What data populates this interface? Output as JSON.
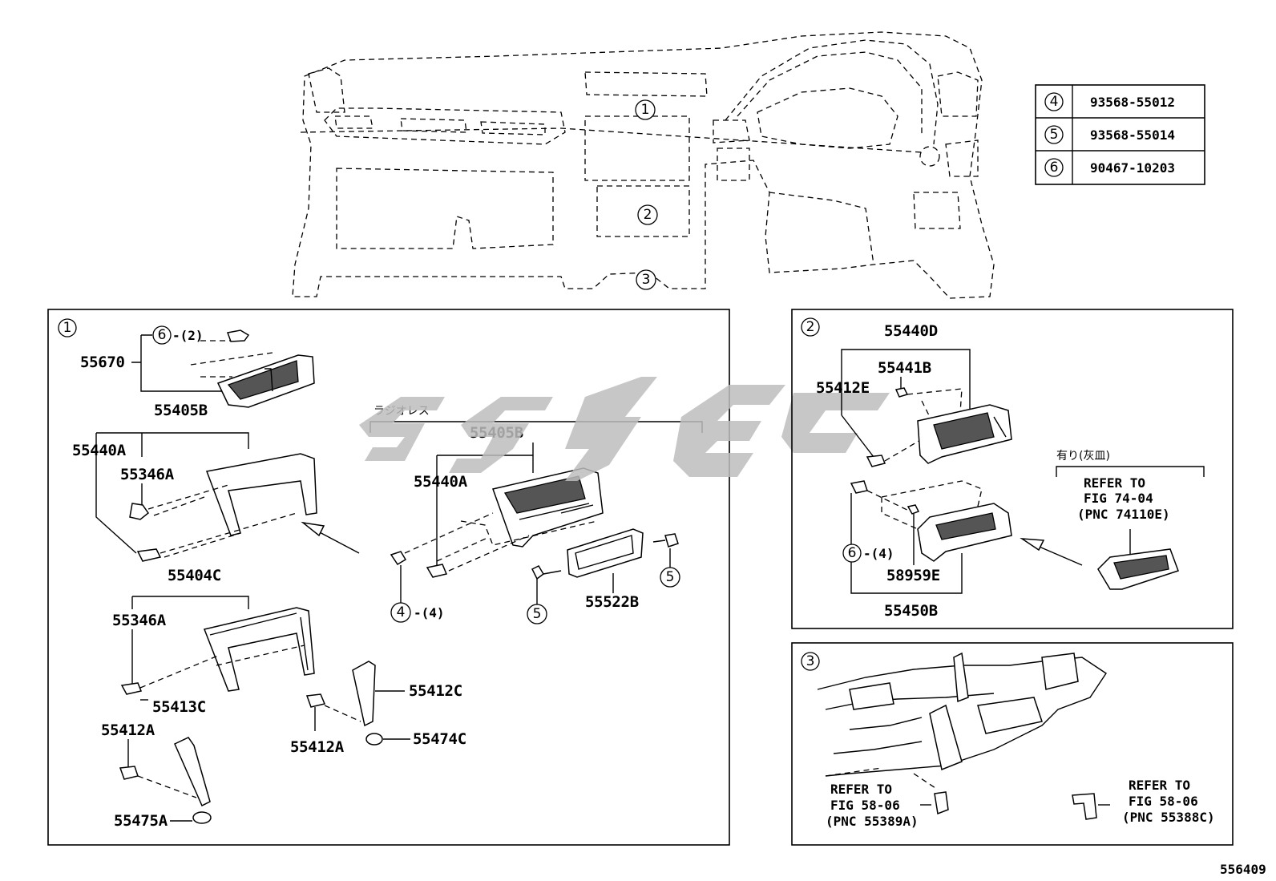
{
  "diagram": {
    "overview_callouts": [
      "1",
      "2",
      "3"
    ],
    "fastener_table": [
      {
        "ref": "4",
        "part": "93568-55012"
      },
      {
        "ref": "5",
        "part": "93568-55014"
      },
      {
        "ref": "6",
        "part": "90467-10203"
      }
    ],
    "panel1": {
      "number": "1",
      "labels": {
        "p55670": "55670",
        "ref6_qty": "6",
        "qty2": "-(2)",
        "p55405B_left": "55405B",
        "p55440A_left": "55440A",
        "p55346A_top": "55346A",
        "p55404C": "55404C",
        "p55346A_bottom": "55346A",
        "p55413C": "55413C",
        "p55412A_left": "55412A",
        "p55475A": "55475A",
        "radio_less": "ラジオレス",
        "p55405B_right": "55405B",
        "p55440A_right": "55440A",
        "ref4": "4",
        "qty4": "-(4)",
        "ref5_left": "5",
        "ref5_right": "5",
        "p55522B": "55522B",
        "p55412C": "55412C",
        "p55412A_right": "55412A",
        "p55474C": "55474C"
      }
    },
    "panel2": {
      "number": "2",
      "labels": {
        "p55440D": "55440D",
        "p55441B": "55441B",
        "p55412E": "55412E",
        "ref6": "6",
        "qty4": "-(4)",
        "p58959E": "58959E",
        "p55450B": "55450B",
        "ashtray": "有り(灰皿)",
        "refer_line1": "REFER TO",
        "refer_line2": "FIG 74-04",
        "refer_line3": "(PNC 74110E)"
      }
    },
    "panel3": {
      "number": "3",
      "labels": {
        "refA_line1": "REFER TO",
        "refA_line2": "FIG 58-06",
        "refA_line3": "(PNC 55389A)",
        "refB_line1": "REFER TO",
        "refB_line2": "FIG 58-06",
        "refB_line3": "(PNC 55388C)"
      }
    },
    "figure_id": "556409"
  }
}
